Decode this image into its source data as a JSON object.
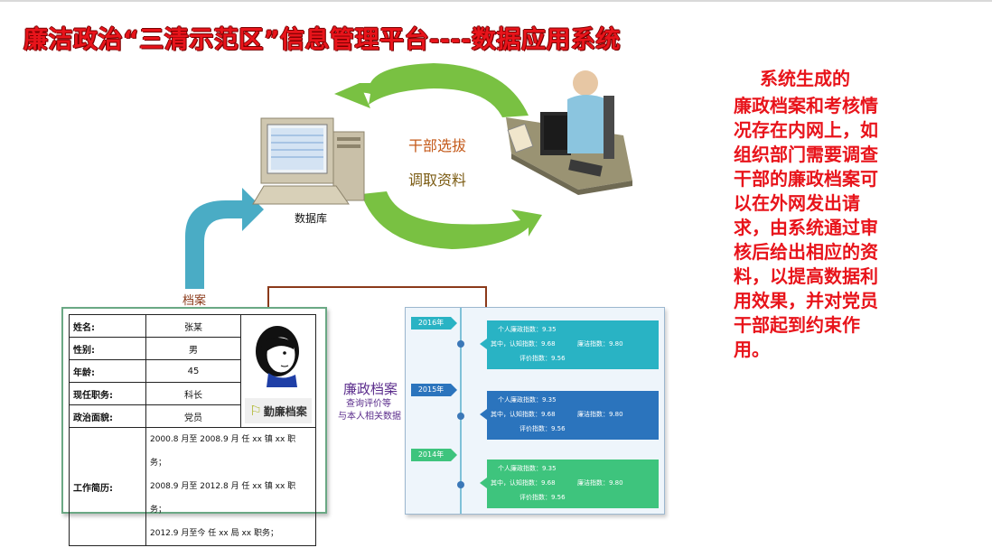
{
  "title": "廉洁政治“三清示范区”信息管理平台----数据应用系统",
  "side_note": {
    "first_line": "系统生成的",
    "body": "廉政档案和考核情况存在内网上，如组织部门需要调查干部的廉政档案可以在外网发出请求，由系统通过审核后给出相应的资料，以提高数据利用效果，并对党员干部起到约束作用。"
  },
  "flow": {
    "label_select": "干部选拔",
    "label_fetch": "调取资料",
    "database_label": "数据库",
    "archive_label": "档案",
    "arrow_colors": {
      "green": "#8fd14f",
      "blue": "#4bacc6"
    }
  },
  "personnel_card": {
    "rows": [
      {
        "key": "姓名:",
        "value": "张某"
      },
      {
        "key": "性别:",
        "value": "男"
      },
      {
        "key": "年龄:",
        "value": "45"
      },
      {
        "key": "现任职务:",
        "value": "科长"
      },
      {
        "key": "政治面貌:",
        "value": "党员"
      }
    ],
    "work_history_key": "工作简历:",
    "work_history": [
      "2000.8 月至 2008.9 月  任 xx 镇 xx 职务；",
      "2008.9 月至 2012.8 月  任 xx 镇 xx 职务；",
      "2012.9 月至今  任 xx 局 xx 职务；"
    ],
    "badge_text": "勤廉档案"
  },
  "archive_caption": {
    "title": "廉政档案",
    "line1": "查询评价等",
    "line2": "与本人相关数据"
  },
  "timeline": {
    "entries": [
      {
        "year": "2016年",
        "color": "#29b3c4",
        "line1": "个人廉政指数：9.35",
        "line2a": "其中，认知指数：9.68",
        "line2b": "廉洁指数：9.80",
        "line3": "评价指数：9.56"
      },
      {
        "year": "2015年",
        "color": "#2b74bd",
        "line1": "个人廉政指数：9.35",
        "line2a": "其中，认知指数：9.68",
        "line2b": "廉洁指数：9.80",
        "line3": "评价指数：9.56"
      },
      {
        "year": "2014年",
        "color": "#3ec47d",
        "line1": "个人廉政指数：9.35",
        "line2a": "其中，认知指数：9.68",
        "line2b": "廉洁指数：9.80",
        "line3": "评价指数：9.56"
      }
    ]
  }
}
